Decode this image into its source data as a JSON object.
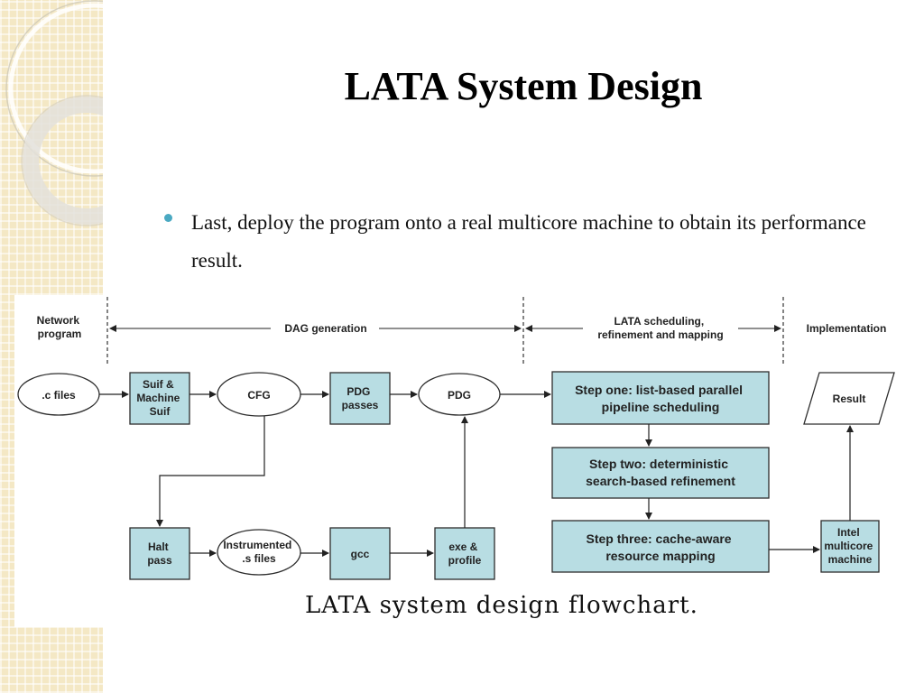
{
  "title": "LATA System Design",
  "bullet": "Last, deploy the program onto a real multicore machine to obtain its performance result.",
  "diagram": {
    "phases": {
      "network_program": [
        "Network",
        "program"
      ],
      "dag_generation": "DAG generation",
      "lata": [
        "LATA scheduling,",
        "refinement and mapping"
      ],
      "implementation": "Implementation"
    },
    "nodes": {
      "c_files": ".c files",
      "suif": [
        "Suif &",
        "Machine",
        "Suif"
      ],
      "cfg": "CFG",
      "pdg_passes": [
        "PDG",
        "passes"
      ],
      "pdg": "PDG",
      "step_one": [
        "Step one: list-based parallel",
        "pipeline scheduling"
      ],
      "step_two": [
        "Step two: deterministic",
        "search-based refinement"
      ],
      "step_three": [
        "Step three: cache-aware",
        "resource mapping"
      ],
      "result": "Result",
      "halt_pass": [
        "Halt",
        "pass"
      ],
      "instrumented": [
        "Instrumented",
        ".s files"
      ],
      "gcc": "gcc",
      "exe_profile": [
        "exe &",
        "profile"
      ],
      "intel": [
        "Intel",
        "multicore",
        "machine"
      ]
    },
    "caption": "LATA system design flowchart.",
    "colors": {
      "box_fill": "#b8dde3",
      "box_stroke": "#2d2d2d",
      "accent": "#4aa9c2"
    }
  }
}
